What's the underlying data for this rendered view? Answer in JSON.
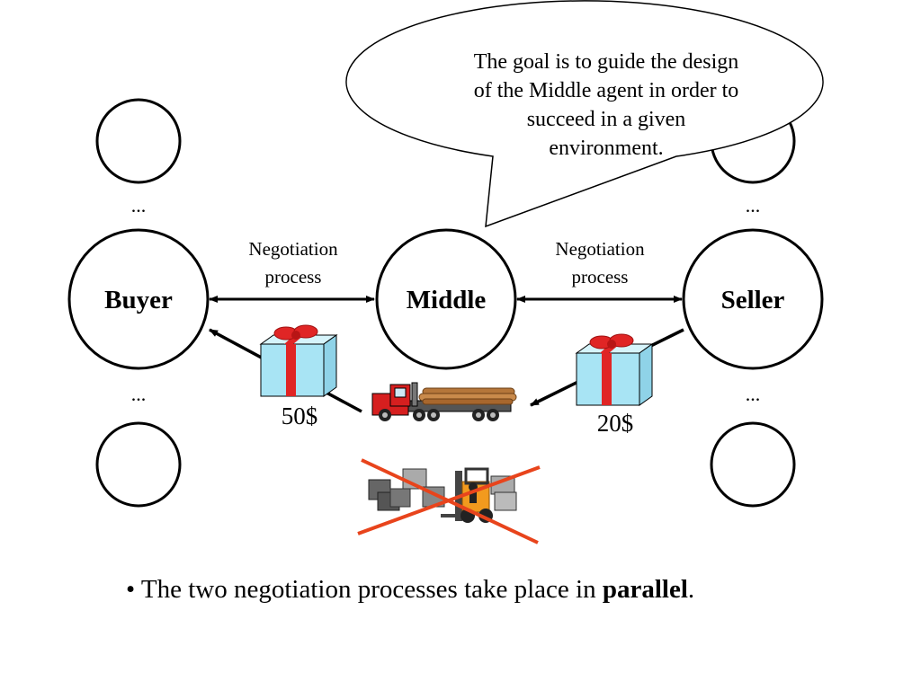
{
  "nodes": {
    "buyer": "Buyer",
    "middle": "Middle",
    "seller": "Seller"
  },
  "edge_labels": {
    "left": [
      "Negotiation",
      "process"
    ],
    "right": [
      "Negotiation",
      "process"
    ]
  },
  "ellipsis": "...",
  "prices": {
    "buyer_side": "50$",
    "seller_side": "20$"
  },
  "callout": {
    "lines": [
      "The goal is to guide the design",
      "of the Middle agent in order to",
      "succeed in a given",
      "environment."
    ]
  },
  "bullet": {
    "marker": "•",
    "text": "The two negotiation processes take place in",
    "emphasis": "parallel",
    "end": "."
  },
  "icons": [
    "gift-box-icon",
    "truck-icon",
    "forklift-icon",
    "cross-out-mark"
  ],
  "colors": {
    "gift_box": "#a8e4f4",
    "gift_ribbon": "#e02525",
    "truck_cab": "#d61f1f",
    "cross_out": "#e8441c",
    "forklift": "#f29a1e"
  }
}
